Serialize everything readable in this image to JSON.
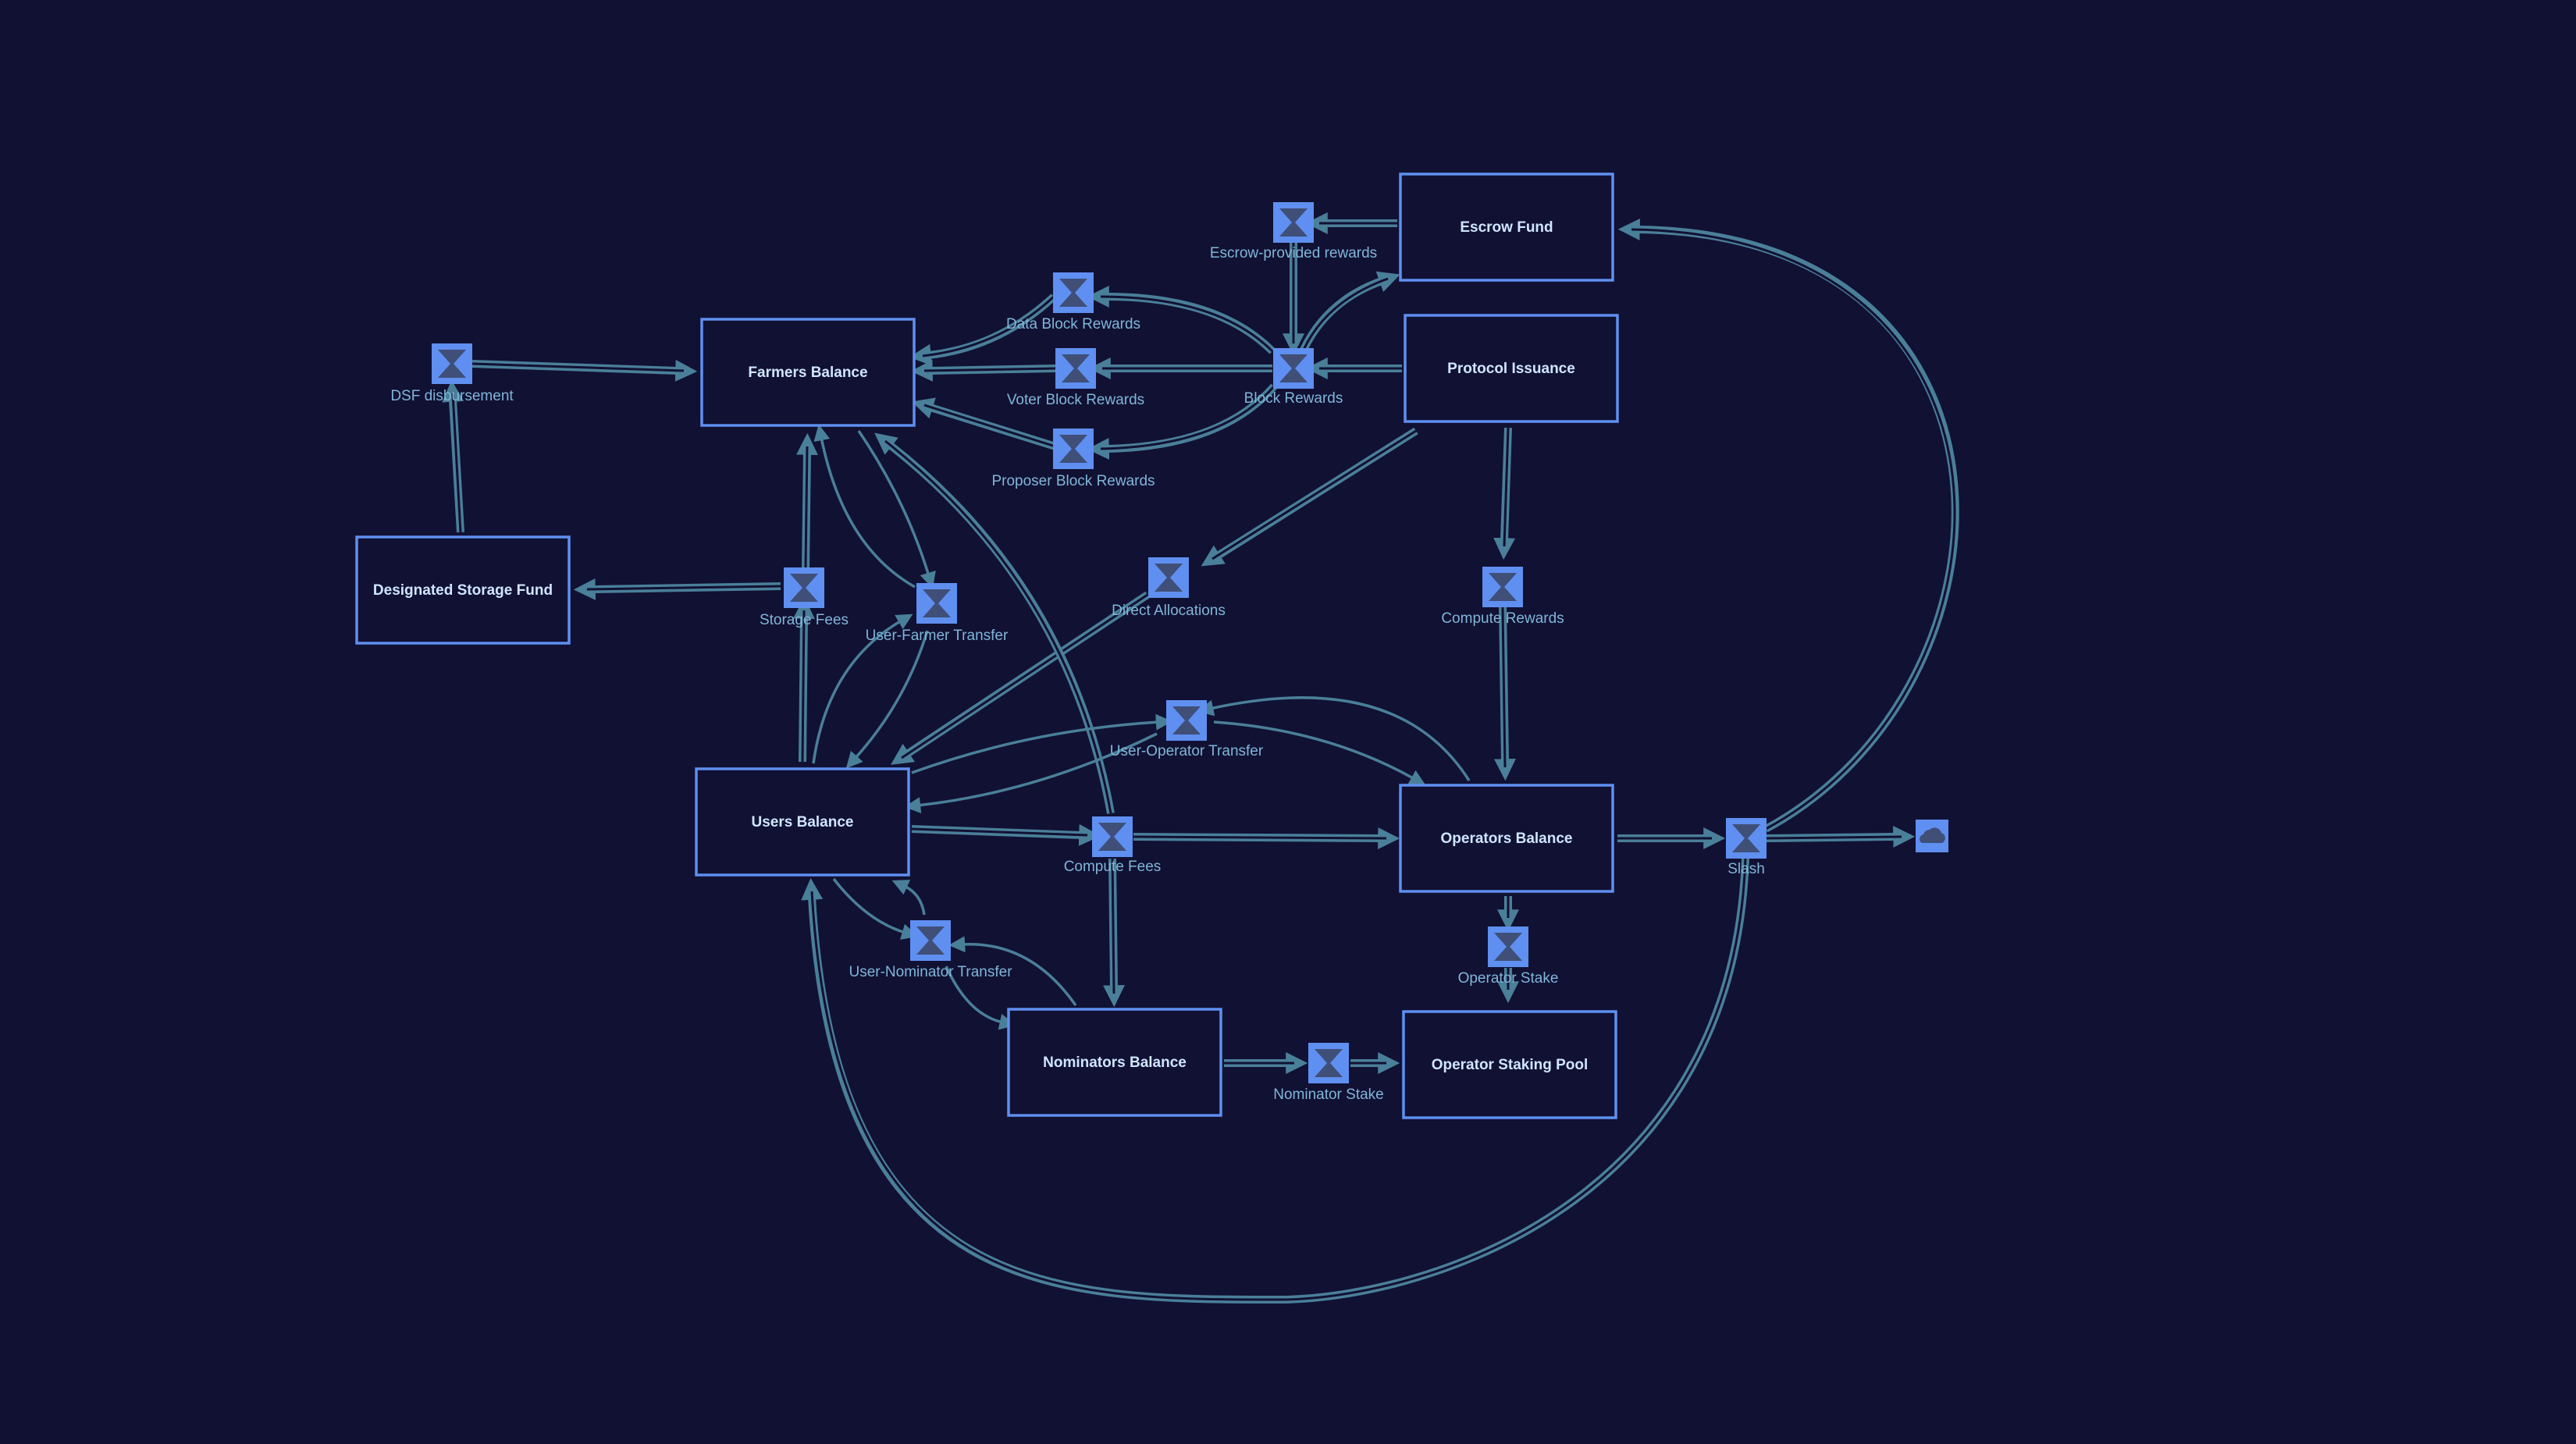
{
  "diagram": {
    "type": "stock-and-flow",
    "colors": {
      "background": "#111133",
      "stock_border": "#5f8ff0",
      "stock_text": "#cfe6ff",
      "flow_line": "#4a7f99",
      "valve": "#5f8ff0",
      "label": "#7fb6d9"
    },
    "stocks": {
      "escrow_fund": "Escrow Fund",
      "protocol_issuance": "Protocol Issuance",
      "farmers_balance": "Farmers Balance",
      "designated_storage_fund": "Designated Storage Fund",
      "users_balance": "Users Balance",
      "operators_balance": "Operators Balance",
      "nominators_balance": "Nominators Balance",
      "operator_staking_pool": "Operator Staking Pool"
    },
    "flows": {
      "escrow_provided_rewards": "Escrow-provided rewards",
      "data_block_rewards": "Data Block Rewards",
      "voter_block_rewards": "Voter Block Rewards",
      "proposer_block_rewards": "Proposer Block Rewards",
      "block_rewards": "Block Rewards",
      "dsf_disbursement": "DSF disbursement",
      "storage_fees": "Storage Fees",
      "user_farmer_transfer": "User-Farmer Transfer",
      "direct_allocations": "Direct Allocations",
      "compute_rewards": "Compute Rewards",
      "user_operator_transfer": "User-Operator Transfer",
      "compute_fees": "Compute Fees",
      "slash": "Slash",
      "operator_stake": "Operator Stake",
      "user_nominator_transfer": "User-Nominator Transfer",
      "nominator_stake": "Nominator Stake"
    },
    "icons": {
      "valve": "hourglass-valve-icon",
      "sink": "cloud-sink-icon"
    }
  }
}
